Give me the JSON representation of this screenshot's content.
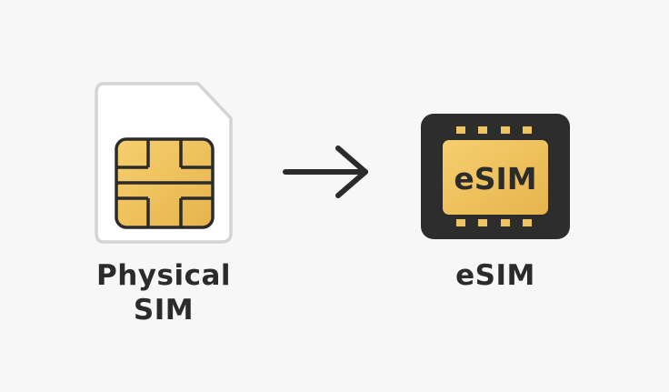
{
  "physical_sim": {
    "label_line1": "Physical",
    "label_line2": "SIM"
  },
  "esim": {
    "label": "eSIM",
    "chip_text": "eSIM"
  },
  "colors": {
    "background": "#f7f7f7",
    "card_fill": "#ffffff",
    "card_border": "#d4d4d4",
    "chip_gold": "#f3c866",
    "chip_gold_dark": "#e2b24a",
    "chip_outline": "#2b2b2b",
    "esim_body": "#2d2d2d",
    "arrow": "#2b2b2b"
  }
}
